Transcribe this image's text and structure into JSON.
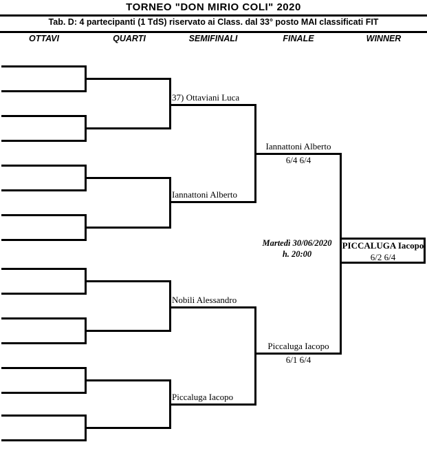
{
  "header": {
    "title": "TORNEO \"DON  MIRIO  COLI\"  2020",
    "subtitle": "Tab. D: 4 partecipanti (1 TdS) riservato ai Class. dal 33° posto MAI classificati FIT",
    "round_labels": [
      "OTTAVI",
      "QUARTI",
      "SEMIFINALI",
      "FINALE",
      "WINNER"
    ]
  },
  "rounds": {
    "ottavi": {
      "label": "OTTAVI",
      "slots": [
        "",
        "",
        "",
        "",
        "",
        "",
        "",
        "",
        "",
        "",
        "",
        "",
        "",
        "",
        "",
        ""
      ]
    },
    "quarti": {
      "label": "QUARTI",
      "slots": [
        "",
        "",
        "",
        "",
        "",
        "",
        "",
        ""
      ]
    },
    "semifinali": {
      "label": "SEMIFINALI",
      "matches": [
        {
          "player": "37) Ottaviani Luca"
        },
        {
          "player": "Iannattoni Alberto"
        },
        {
          "player": "Nobili Alessandro"
        },
        {
          "player": "Piccaluga Iacopo"
        }
      ]
    },
    "finale": {
      "label": "FINALE",
      "matches": [
        {
          "player": "Iannattoni Alberto",
          "score": "6/4  6/4"
        },
        {
          "player": "Piccaluga Iacopo",
          "score": "6/1  6/4"
        }
      ]
    },
    "winner": {
      "label": "WINNER",
      "player": "PICCALUGA  Iacopo",
      "score": "6/2  6/4"
    }
  },
  "final_match": {
    "date": "Martedì 30/06/2020",
    "time": "h. 20:00"
  },
  "colors": {
    "line": "#000000",
    "background": "#ffffff",
    "text": "#000000"
  }
}
